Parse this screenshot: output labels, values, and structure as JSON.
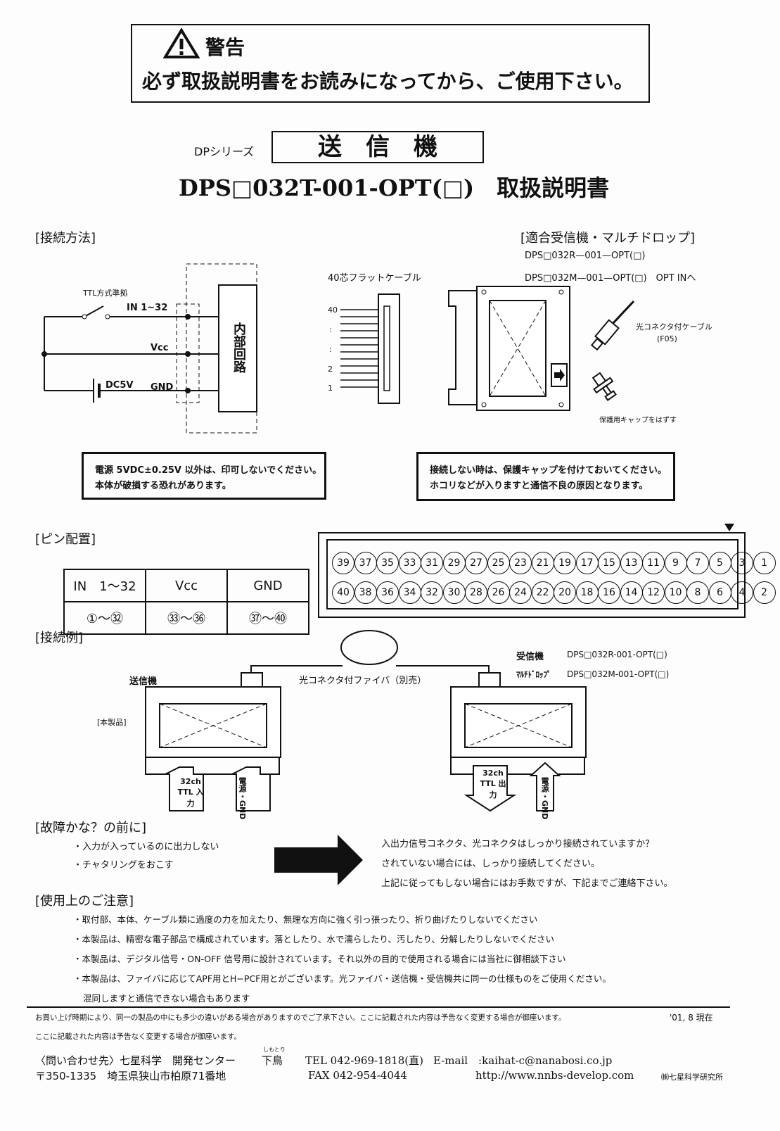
{
  "warning": {
    "title": "警告",
    "message": "必ず取扱説明書をお読みになってから、ご使用下さい。"
  },
  "header": {
    "series": "DPシリーズ",
    "type": "送　信　機",
    "title": "DPS□032T-001-OPT(□)　取扱説明書"
  },
  "connection": {
    "heading": "[接続方法]",
    "ttl": "TTL方式準拠",
    "in": "IN 1~32",
    "vcc": "Vcc",
    "dc": "DC5V",
    "gnd": "GND",
    "internal": "内部回路",
    "cable": "40芯フラットケーブル",
    "pin_labels": [
      "40",
      ":",
      ":",
      "2",
      "1"
    ],
    "note": [
      "電源 5VDC±0.25V 以外は、印可しないでください。",
      "本体が破損する恐れがあります。"
    ]
  },
  "receivers": {
    "heading": "[適合受信機・マルチドロップ]",
    "models": [
      "DPS□032R—001—OPT(□)",
      "DPS□032M—001—OPT(□)　OPT INへ"
    ],
    "cable": "光コネクタ付ケーブル",
    "cable_code": "(F05)",
    "cap": "保護用キャップをはずす",
    "note": [
      "接続しない時は、保護キャップを付けておいてください。",
      "ホコリなどが入りますと通信不良の原因となります。"
    ]
  },
  "pinout": {
    "heading": "[ピン配置]",
    "headers": [
      "IN　1～32",
      "Vcc",
      "GND"
    ],
    "values": [
      "①～㉜",
      "㉝～㊱",
      "㊲～㊵"
    ],
    "top_row": [
      "39",
      "37",
      "35",
      "33",
      "31",
      "29",
      "27",
      "25",
      "23",
      "21",
      "19",
      "17",
      "15",
      "13",
      "11",
      "9",
      "7",
      "5",
      "3",
      "1"
    ],
    "bottom_row": [
      "40",
      "38",
      "36",
      "34",
      "32",
      "30",
      "28",
      "26",
      "24",
      "22",
      "20",
      "18",
      "16",
      "14",
      "12",
      "10",
      "8",
      "6",
      "4",
      "2"
    ]
  },
  "example": {
    "heading": "[接続例]",
    "transmitter": "送信機",
    "product": "[本製品]",
    "fiber": "光コネクタ付ファイバ（別売）",
    "receiver_label": "受信機",
    "receiver_model": "DPS□032R-001-OPT(□)",
    "multidrop_label": "ﾏﾙﾁﾄﾞﾛｯﾌﾟ",
    "multidrop_model": "DPS□032M-001-OPT(□)",
    "in_arrow": "32ch TTL 入力",
    "out_arrow": "32ch TTL 出力",
    "power": "電源・GND"
  },
  "trouble": {
    "heading": "[故障かな？の前に]",
    "symptoms": [
      "・入力が入っているのに出力しない",
      "・チャタリングをおこす"
    ],
    "answers": [
      "入出力信号コネクタ、光コネクタはしっかり接続されていますか？",
      "されていない場合には、しっかり接続してください。",
      "上記に従ってもしない場合にはお手数ですが、下記までご連絡下さい。"
    ]
  },
  "cautions": {
    "heading": "[使用上のご注意]",
    "items": [
      "・取付部、本体、ケーブル類に過度の力を加えたり、無理な方向に強く引っ張ったり、折り曲げたりしないでください",
      "・本製品は、精密な電子部品で構成されています。落としたり、水で濡らしたり、汚したり、分解したりしないでください",
      "・本製品は、デジタル信号・ON-OFF 信号用に設計されています。それ以外の目的で使用される場合には当社に御相談下さい",
      "・本製品は、ファイバに応じてAPF用とH−PCF用とがございます。光ファイバ・送信機・受信機共に同一の仕様ものをご使用ください。",
      "混同しますと通信できない場合もあります"
    ]
  },
  "footer": {
    "notice1": "お買い上げ時期により、同一の製品の中にも多少の違いがある場合がありますのでご了承下さい。ここに記載された内容は予告なく変更する場合が御座います。",
    "date": "'01, 8 現在",
    "notice2": "ここに記載された内容は予告なく変更する場合が御座います。",
    "contact": "〈問い合わせ先〉七星科学　開発センター",
    "address": "〒350-1335　埼玉県狭山市柏原71番地",
    "ruby": "しもとり",
    "person": "下鳥",
    "tel": "TEL 042-969-1818(直)",
    "fax": "FAX 042-954-4044",
    "email": "E-mail　:kaihat-c@nanabosi.co.jp",
    "url": "http://www.nnbs-develop.com",
    "company": "㈱七星科学研究所"
  }
}
